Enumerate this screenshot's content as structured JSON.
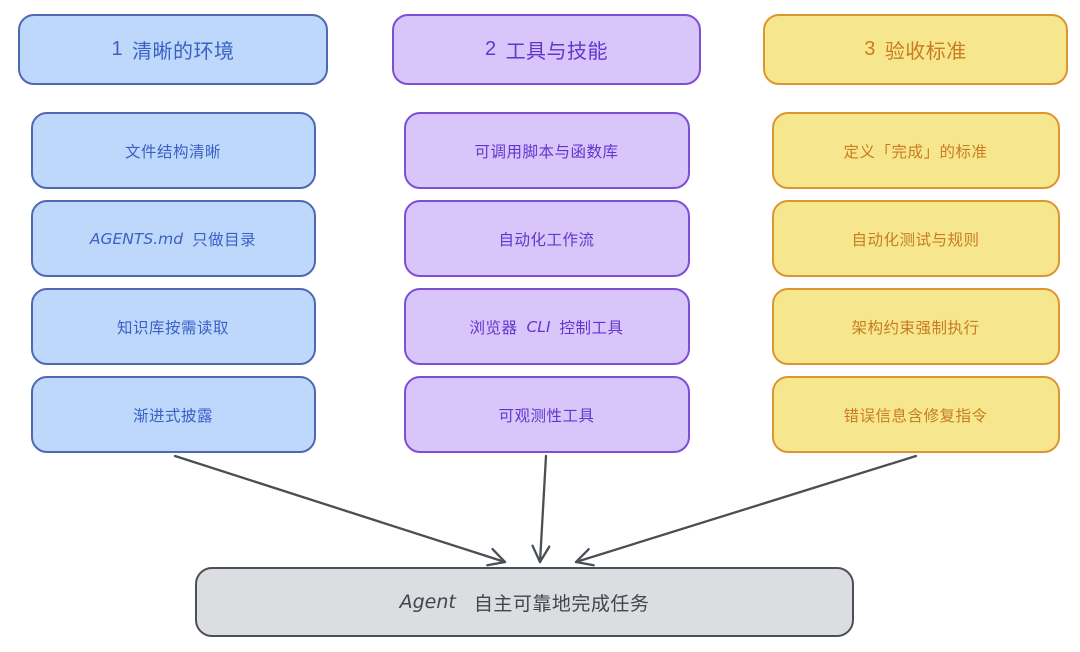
{
  "diagram": {
    "background": "#ffffff",
    "arrow_color": "#4a4e55",
    "columns": [
      {
        "number": "1",
        "title": "清晰的环境",
        "fill": "#bdd8fb",
        "border": "#5068b2",
        "text": "#3c60c6",
        "items": [
          {
            "seg1": "文件结构清晰",
            "latin": "",
            "seg2": ""
          },
          {
            "seg1": "",
            "latin": "AGENTS.md",
            "seg2": "只做目录"
          },
          {
            "seg1": "知识库按需读取",
            "latin": "",
            "seg2": ""
          },
          {
            "seg1": "渐进式披露",
            "latin": "",
            "seg2": ""
          }
        ]
      },
      {
        "number": "2",
        "title": "工具与技能",
        "fill": "#d8c6fa",
        "border": "#7c4fd5",
        "text": "#6236cd",
        "items": [
          {
            "seg1": "可调用脚本与函数库",
            "latin": "",
            "seg2": ""
          },
          {
            "seg1": "自动化工作流",
            "latin": "",
            "seg2": ""
          },
          {
            "seg1": "浏览器",
            "latin": "CLI",
            "seg2": "控制工具"
          },
          {
            "seg1": "可观测性工具",
            "latin": "",
            "seg2": ""
          }
        ]
      },
      {
        "number": "3",
        "title": "验收标准",
        "fill": "#f6e78e",
        "border": "#dd962f",
        "text": "#c97c20",
        "items": [
          {
            "seg1": "定义「完成」的标准",
            "latin": "",
            "seg2": ""
          },
          {
            "seg1": "自动化测试与规则",
            "latin": "",
            "seg2": ""
          },
          {
            "seg1": "架构约束强制执行",
            "latin": "",
            "seg2": ""
          },
          {
            "seg1": "错误信息含修复指令",
            "latin": "",
            "seg2": ""
          }
        ]
      }
    ],
    "result": {
      "latin": "Agent",
      "seg2": "自主可靠地完成任务",
      "fill": "#dcdde0",
      "border": "#4b4f56",
      "text": "#41454c"
    }
  }
}
